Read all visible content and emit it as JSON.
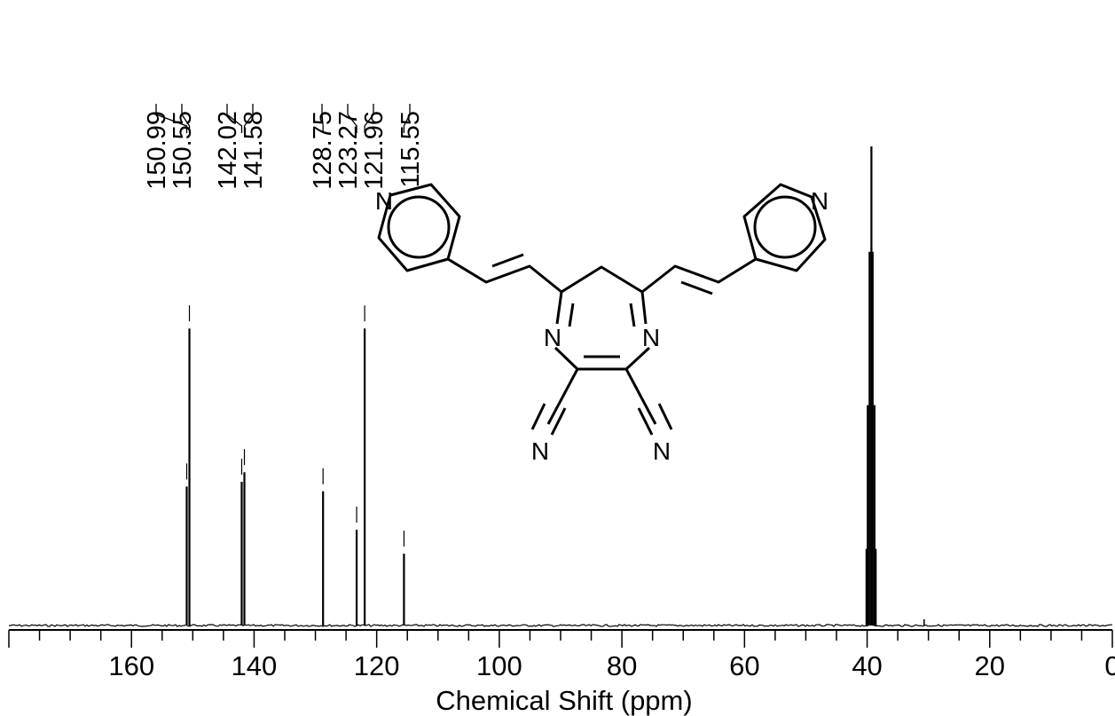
{
  "chart_data": {
    "type": "line",
    "xlabel": "Chemical Shift (ppm)",
    "ylabel": "",
    "xlim": [
      180,
      0
    ],
    "x_reversed": true,
    "ylim": [
      0,
      1
    ],
    "grid": false,
    "x_ticks": [
      160,
      140,
      120,
      100,
      80,
      60,
      40,
      20,
      0
    ],
    "x_tick_labels": [
      "160",
      "140",
      "120",
      "100",
      "80",
      "60",
      "40",
      "20",
      "0"
    ],
    "peaks": [
      {
        "x": 150.99,
        "y": 0.29
      },
      {
        "x": 150.55,
        "y": 0.62
      },
      {
        "x": 142.02,
        "y": 0.3
      },
      {
        "x": 141.58,
        "y": 0.32
      },
      {
        "x": 128.75,
        "y": 0.28
      },
      {
        "x": 123.27,
        "y": 0.2
      },
      {
        "x": 121.96,
        "y": 0.62
      },
      {
        "x": 115.55,
        "y": 0.15
      }
    ],
    "solvent_multiplet": [
      {
        "x": 40.1,
        "y": 0.16
      },
      {
        "x": 39.9,
        "y": 0.46
      },
      {
        "x": 39.6,
        "y": 0.78
      },
      {
        "x": 39.3,
        "y": 1.0
      },
      {
        "x": 39.1,
        "y": 0.78
      },
      {
        "x": 38.8,
        "y": 0.46
      },
      {
        "x": 38.6,
        "y": 0.16
      }
    ],
    "peak_labels": [
      "150.99",
      "150.55",
      "142.02",
      "141.58",
      "128.75",
      "123.27",
      "121.96",
      "115.55"
    ],
    "annotations": []
  },
  "structure": {
    "atoms": [
      "N",
      "N",
      "N",
      "N",
      "N",
      "N"
    ]
  },
  "colors": {
    "line": "#000000",
    "background": "#ffffff"
  }
}
